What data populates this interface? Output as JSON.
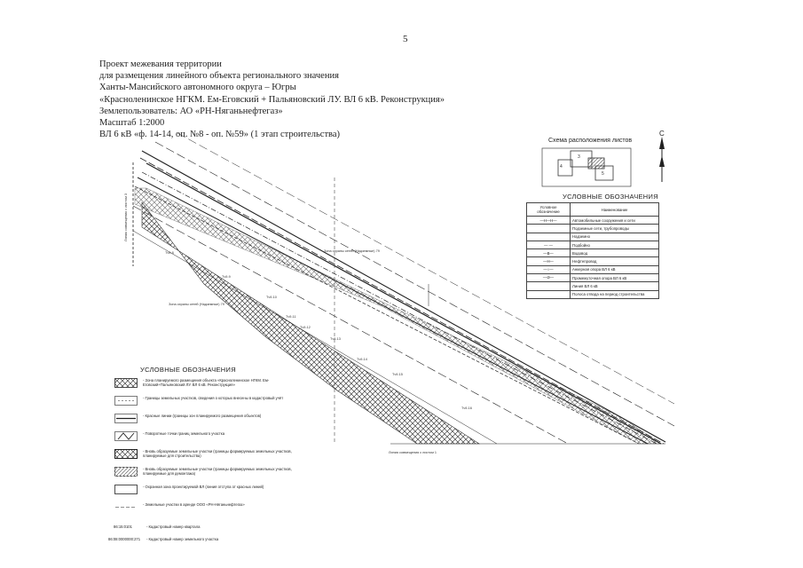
{
  "page_number": "5",
  "header": {
    "lines": [
      "Проект межевания территории",
      "для размещения линейного объекта регионального значения",
      "Ханты-Мансийского автономного округа – Югры",
      "«Красноленинское НГКМ. Ем-Еговский + Пальяновский ЛУ. ВЛ 6 кВ. Реконструкция»",
      "Землепользователь: АО «РН-Няганьнефтегаз»",
      "Масштаб 1:2000",
      "ВЛ 6 кВ «ф. 14-14, оп. №8 - оп. №59» (1 этап строительства)"
    ]
  },
  "sheet_scheme": {
    "title": "Схема расположения листов",
    "sheets": [
      "3",
      "4",
      "5"
    ],
    "north_letter": "С"
  },
  "legend_right": {
    "title": "УСЛОВНЫЕ ОБОЗНАЧЕНИЯ",
    "head_symbol": "Условное обозначение",
    "head_name": "Наименование",
    "rows": [
      {
        "symbol": "—Н—Н—",
        "name": "Автомобильные сооружения и сети"
      },
      {
        "symbol": "",
        "name": "Подземные сети, трубопроводы"
      },
      {
        "symbol": "",
        "name": "Надземно"
      },
      {
        "symbol": "— —",
        "name": "Подбойно"
      },
      {
        "symbol": "—В—",
        "name": "Водовод"
      },
      {
        "symbol": "—Н—",
        "name": "Нефтепровод"
      },
      {
        "symbol": "—○—",
        "name": "Анкерная опора ВЛ 6 кВ"
      },
      {
        "symbol": "—⊘—",
        "name": "Промежуточная опора ВЛ 6 кВ"
      },
      {
        "symbol": "",
        "name": "Линия ВЛ 6 кВ"
      },
      {
        "symbol": "",
        "name": "Полоса отвода на период строительства"
      }
    ]
  },
  "legend_left": {
    "title": "УСЛОВНЫЕ ОБОЗНАЧЕНИЯ",
    "items": [
      {
        "text": "- Зона планируемого размещения объекта «Красноленинское НГКМ. Ем-Еговский+Пальяновский ЛУ. ВЛ 6 кВ. Реконструкция»"
      },
      {
        "text": "- Границы земельных участков, сведения о которых внесены в кадастровый учёт"
      },
      {
        "text": "- Красные линии (границы зон планируемого размещения объектов)"
      },
      {
        "text": "- Поворотные точки границ земельного участка"
      },
      {
        "text": "- Вновь образуемые земельные участки (границы формируемых земельных участков, планируемые для строительства)"
      },
      {
        "text": "- Вновь образуемые земельные участки (границы формируемых земельных участков, планируемые для демонтажа)"
      },
      {
        "text": "- Охранная зона проектируемой ВЛ (линия отступа от красных линий)"
      },
      {
        "text": "- Земельные участки в аренде ООО «РН-Няганьнефтегаз»"
      }
    ],
    "notes": [
      {
        "code": "86:15:0101",
        "text": "- Кадастровый номер квартала"
      },
      {
        "code": "86:08:0000000:271",
        "text": "- Кадастровый номер земельного участка"
      }
    ]
  },
  "map_labels": {
    "match_line_left": "Линия совмещения с листом 3",
    "match_line_bottom": "Линия совмещения с листом 1",
    "zone_label_1": "Зона охраны сетей (Надземные) 79",
    "zone_label_2": "Зона охраны сетей (Надземные) 79",
    "points": [
      "Тч9-8",
      "Тч9-9",
      "Тч9-10",
      "Тч9-11",
      "Тч9-12",
      "Тч9-13",
      "Тч9-14",
      "Тч9-15",
      "Тч9-16"
    ]
  },
  "colors": {
    "ink": "#222222",
    "hatch": "#444444",
    "paper": "#ffffff"
  }
}
